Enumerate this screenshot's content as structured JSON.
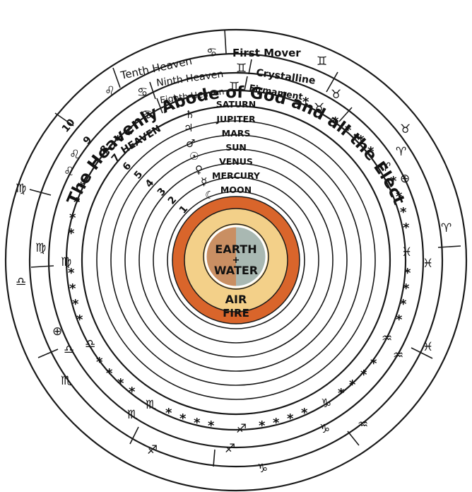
{
  "title": "The Heavenly Abode of God and all the Elect",
  "colors": {
    "fire": "#d9652b",
    "air": "#f3d089",
    "earth": "#c98f63",
    "water": "#a9b8b2",
    "line": "#1a1a1a"
  },
  "heavens": {
    "tenth": "Tenth Heaven",
    "first_mover": "First Mover",
    "ninth": "Ninth Heaven",
    "crystalline": "Crystalline",
    "eighth": "Eighth Heaven",
    "firmament": "Firmament",
    "heaven": "HEAVEN"
  },
  "planets": [
    "SATURN",
    "JUPITER",
    "MARS",
    "SUN",
    "VENUS",
    "MERCURY",
    "MOON"
  ],
  "planet_symbols": [
    "♄",
    "♃",
    "♂",
    "☉",
    "♀",
    "☿",
    "☾"
  ],
  "sphere_numbers": [
    "1",
    "2",
    "3",
    "4",
    "5",
    "6",
    "7",
    "8",
    "9",
    "10"
  ],
  "center": {
    "earth": "EARTH",
    "plus": "+",
    "water": "WATER",
    "air": "AIR",
    "fire": "FIRE"
  },
  "zodiac": {
    "cancer": "♋",
    "gemini": "♊",
    "taurus": "♉",
    "aries": "♈",
    "pisces": "♓",
    "aquarius": "♒",
    "capricorn": "♑",
    "sagittarius": "♐",
    "scorpio": "♏",
    "libra": "♎",
    "virgo": "♍",
    "leo": "♌",
    "cardinal_cross": "⊕",
    "star": "*"
  }
}
